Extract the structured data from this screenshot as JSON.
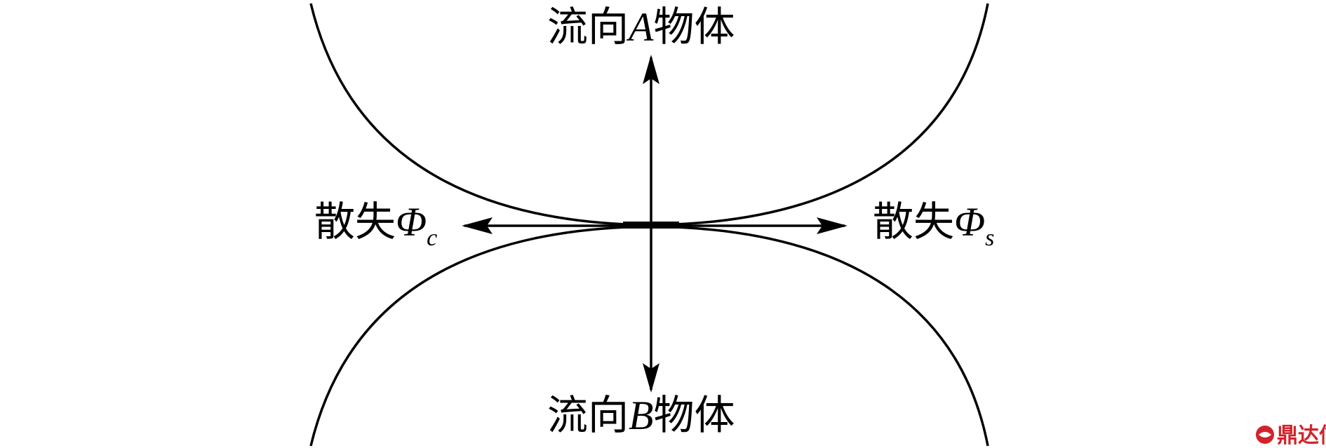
{
  "labels": {
    "top_prefix": "流向",
    "top_letter": "A",
    "top_suffix": "物体",
    "bottom_prefix": "流向",
    "bottom_letter": "B",
    "bottom_suffix": "物体",
    "left_prefix": "散失",
    "left_symbol": "Φ",
    "left_sub": "c",
    "right_prefix": "散失",
    "right_symbol": "Φ",
    "right_sub": "s"
  },
  "watermark": {
    "text": "鼎达信",
    "icon": "lips-logo-icon",
    "color": "#d2232a"
  },
  "colors": {
    "stroke": "#000000",
    "background": "#ffffff"
  }
}
